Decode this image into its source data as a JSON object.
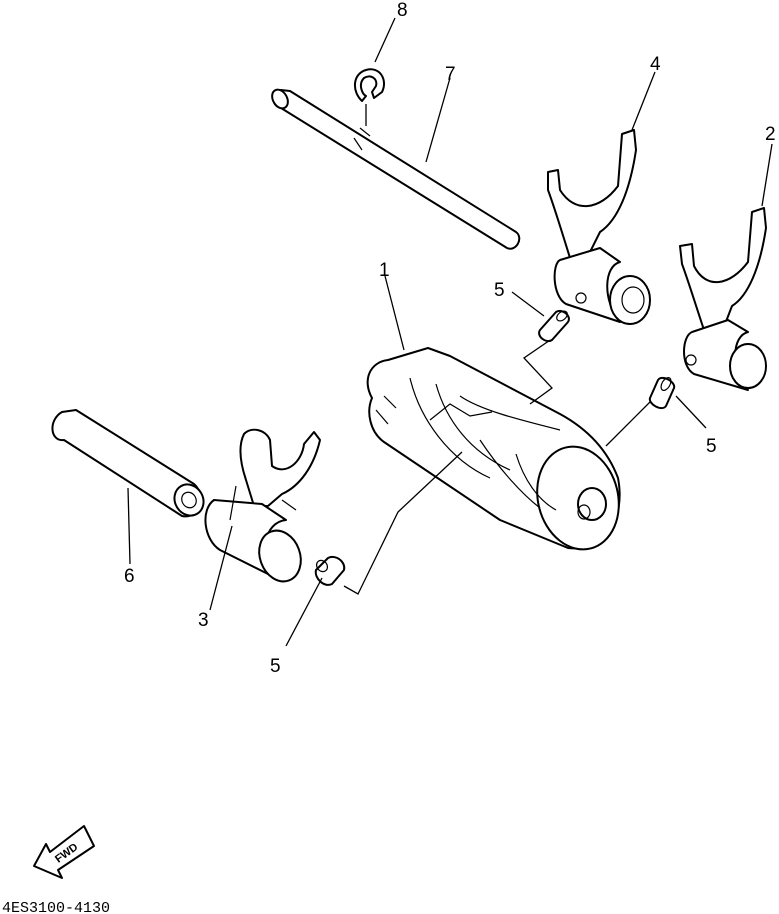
{
  "callouts": {
    "c8": "8",
    "c7": "7",
    "c4": "4",
    "c2": "2",
    "c1": "1",
    "c5a": "5",
    "c5b": "5",
    "c5c": "5",
    "c6": "6",
    "c3": "3"
  },
  "fwd_label": "FWD",
  "diagram_code": "4ES3100-4130"
}
